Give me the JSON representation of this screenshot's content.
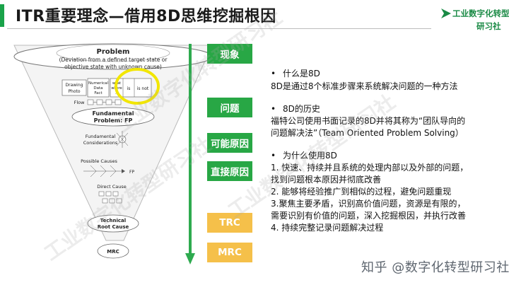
{
  "header": {
    "title": "ITR重要理念—借用8D思维挖掘根因",
    "logo_line1": "工业数字化转型",
    "logo_line2": "研习社"
  },
  "funnel": {
    "problem_title": "Problem",
    "problem_desc_1": "(Deviation from a defined target state or",
    "problem_desc_2": "objective state with unknown cause)",
    "box_drawing": "Drawing",
    "box_photo": "Photo",
    "box_numerical_1": "Numerical",
    "box_numerical_2": "Data",
    "box_numerical_3": "Fact",
    "box_what": "what",
    "box_where": "where",
    "box_dots": "...",
    "box_is": "is",
    "box_is_not": "is not",
    "flow_label": "Flow",
    "fp_title_1": "Fundamental",
    "fp_title_2": "Problem: FP",
    "fundamental_considerations_1": "Fundamental",
    "fundamental_considerations_2": "Considerations",
    "possible_causes": "Possible Causes",
    "fp_axis": "FP",
    "direct_cause": "Direct Cause",
    "technical_root_cause_1": "Technical",
    "technical_root_cause_2": "Root Cause",
    "mrc": "MRC"
  },
  "tags": [
    {
      "label": "现象",
      "color": "#28a745"
    },
    {
      "label": "问题",
      "color": "#28a745"
    },
    {
      "label": "可能原因",
      "color": "#28a745"
    },
    {
      "label": "直接原因",
      "color": "#28a745"
    },
    {
      "label": "TRC",
      "color": "#f5c04a"
    },
    {
      "label": "MRC",
      "color": "#f5c04a"
    }
  ],
  "content": {
    "q1": "什么是8D",
    "a1": "8D是通过8个标准步骤来系统解决问题的一种方法",
    "q2": "8D的历史",
    "a2_line1": "福特公司使用书面记录的8D并将其称为“团队导向的",
    "a2_line2": "问题解决法”（Team Oriented Problem Solving）",
    "q3": "为什么使用8D",
    "a3_line1": "1. 快速、持续并且系统的处理内部以及外部的问题，",
    "a3_line2": "找到问题根本原因并彻底改善",
    "a3_line3": "2. 能够将经验推广到相似的过程，避免问题重现",
    "a3_line4": "3.聚焦主要矛盾，识别高价值问题，资源是有限的，",
    "a3_line5": "需要识别有价值的问题，深入挖掘根因，并执行改善",
    "a3_line6": "4. 持续完整记录问题解决过程"
  },
  "footer": {
    "text": "知乎 @数字化转型研习社"
  },
  "watermark": {
    "text": "工业数字化转型研习社"
  },
  "colors": {
    "accent_green": "#28a745",
    "accent_orange": "#f5c04a",
    "highlight_yellow": "#f2e600",
    "arrow_green": "#2eaa4f"
  }
}
